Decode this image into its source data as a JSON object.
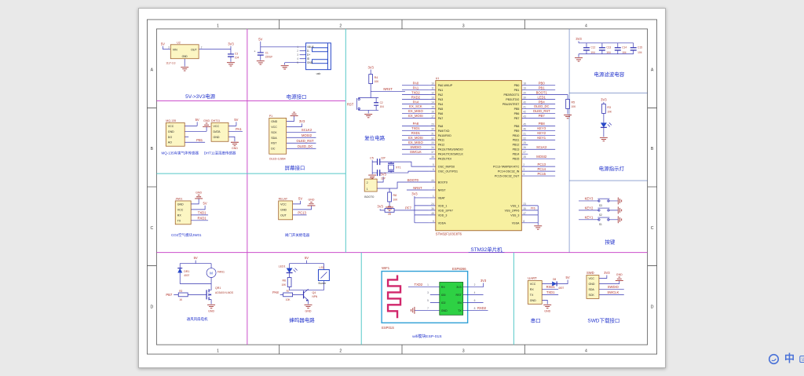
{
  "ime": {
    "lang": "中"
  },
  "frame": {
    "cols": [
      "1",
      "2",
      "3",
      "4"
    ],
    "rows": [
      "A",
      "B",
      "C",
      "D"
    ]
  },
  "palette": {
    "wire": "#3232b0",
    "net_label": "#b03028",
    "body_fill": "#fcf6c3",
    "body_border": "#a0622d",
    "title_blue": "#2233cc",
    "divider_magenta": "#cc4fcc",
    "divider_cyan": "#56c8c8",
    "esp_green": "#2ed144",
    "antenna_pink": "#d1266b",
    "sheet": "#ffffff",
    "desk": "#e9e9e9"
  },
  "reg": {
    "title": "5V->3V3电源",
    "net_in": "5V",
    "net_out": "3V3",
    "ref": "U2",
    "part": "1117-3.3",
    "pin_in": "VIN",
    "pin_out": "OUT",
    "pin_gnd": "GND",
    "num_in": "3",
    "num_out": "2",
    "cap_ref": "C3",
    "cap_val": "104"
  },
  "usb": {
    "title": "电源接口",
    "net": "5V",
    "cap_ref": "C1",
    "cap_val": "220UF",
    "cap_plus": "+",
    "pins": [
      "VBUS",
      "D-",
      "D+",
      "ID",
      "GND"
    ],
    "nums": [
      "1",
      "2",
      "3",
      "4",
      "5"
    ],
    "label": "usb"
  },
  "filter": {
    "title": "电源滤波电容",
    "net": "3V3",
    "refs": [
      "C12",
      "C13",
      "C14",
      "C15"
    ],
    "vals": [
      "104",
      "104",
      "104",
      "104"
    ]
  },
  "reset": {
    "title": "复位电路",
    "net": "3V3",
    "r_ref": "R4",
    "r_val": "10K",
    "net_nrst": "NRST",
    "btn": "RST",
    "cap_ref": "C2",
    "cap_val": "104"
  },
  "mcu": {
    "ref": "U1",
    "part": "STM32F103C8T6",
    "title": "STM32单片机",
    "left_a": {
      "names": [
        "PA0-WKUP",
        "PA1",
        "PA2",
        "PA3",
        "PA4",
        "PA5",
        "PA6",
        "PA7"
      ],
      "nums": [
        "10",
        "11",
        "12",
        "13",
        "14",
        "15",
        "16",
        "17"
      ],
      "nets": [
        "PA0",
        "PA1",
        "TXD2",
        "RXD2",
        "PA4",
        "EX_SCK",
        "EX_MISO",
        "EX_MOSI"
      ]
    },
    "left_b": {
      "names": [
        "PA8",
        "PA9/TXD",
        "PA10/RXD",
        "PA11",
        "PA12",
        "PA13/JTMS/SWDIO",
        "PA14/JTCK/SWCLK",
        "PA15/JTDI"
      ],
      "nums": [
        "29",
        "30",
        "31",
        "32",
        "33",
        "34",
        "37",
        "38"
      ],
      "nets": [
        "PA8",
        "TXD1",
        "RXD1",
        "EX_MOSI",
        "EX_MISO",
        "SWDIO",
        "SWCLK"
      ]
    },
    "osc": {
      "names": [
        "OSC_IN/PD0",
        "OSC_OUT/PD1"
      ],
      "nums": [
        "5",
        "6"
      ]
    },
    "boot0": {
      "name": "BOOT0",
      "num": "44",
      "net": "BOOT0"
    },
    "nrst": {
      "name": "NRST",
      "num": "7",
      "net": "NRST"
    },
    "vbat": {
      "name": "VBAT",
      "num": "1",
      "net": "3V3"
    },
    "vdd": {
      "names": [
        "VDD_1",
        "VDD_2/PF7",
        "VDD_3"
      ],
      "nums": [
        "24",
        "36",
        "48"
      ],
      "net": "3V3",
      "r_ref": "R9",
      "r_val": "0R",
      "pf7": "PF7"
    },
    "vdda": {
      "name": "VDDA",
      "num": "9"
    },
    "right_a": {
      "names": [
        "PB0",
        "PB1",
        "PB2/BOOT1",
        "PB3/JTDO",
        "PB4/JNTRST",
        "PB5",
        "PB6",
        "PB7"
      ],
      "nums": [
        "18",
        "19",
        "20",
        "39",
        "40",
        "41",
        "42",
        "43"
      ],
      "nets": [
        "PB0",
        "PB1",
        "BOOT1",
        "LED1",
        "PB4",
        "OLED_DC",
        "OLED_RST",
        "PB7"
      ]
    },
    "right_b": {
      "names": [
        "PB8",
        "PB9",
        "PB10",
        "PB11",
        "PB12",
        "PB13",
        "PB14",
        "PB15"
      ],
      "nums": [
        "45",
        "46",
        "21",
        "22",
        "25",
        "26",
        "27",
        "28"
      ],
      "nets": [
        "PB8",
        "KEY3",
        "KEY2",
        "KEY1",
        "",
        "SCLK2",
        "",
        "MOSI2"
      ]
    },
    "right_c": {
      "names": [
        "PC13-TAMPER-RTC",
        "PC14-OSC32_IN",
        "PC15-OSC32_OUT"
      ],
      "nums": [
        "2",
        "3",
        "4"
      ],
      "nets": [
        "PC13",
        "PC14",
        "PC15"
      ]
    },
    "vss": {
      "names": [
        "VSS_1",
        "VSS_2/PF6",
        "VSS_3"
      ],
      "nums": [
        "23",
        "35",
        "47"
      ],
      "pf6": "PF6"
    },
    "vssa": {
      "name": "VSSA",
      "num": "8"
    },
    "r5": {
      "ref": "R5",
      "val": "10K"
    },
    "xtal": {
      "ref": "XT1",
      "c5_ref": "C5",
      "c5_val": "22P",
      "c7_ref": "C7",
      "c7_val": "22P"
    },
    "jumper": {
      "ref": "BOOT0",
      "pin2": "2",
      "pin1": "1",
      "net": "3V3",
      "r_ref": "R8",
      "r_val": "10K"
    }
  },
  "led_pwr": {
    "title": "电源指示灯",
    "net": "3V3",
    "r_ref": "R3",
    "r_val": "10K"
  },
  "keys": {
    "title": "按键",
    "nets": [
      "KEY3",
      "KEY2",
      "KEY1"
    ],
    "refs": [
      "S3",
      "S2",
      "S1"
    ]
  },
  "mq135": {
    "ref": "MQ-135",
    "pins": [
      "VCC",
      "GND",
      "DO",
      "AO"
    ],
    "net_pwr": "5V",
    "gnd": "GND",
    "net": "PB1",
    "label": "MQ-135有害气体传感器"
  },
  "dht11": {
    "ref": "DHT11",
    "pins": [
      "VCC",
      "DATA",
      "GND"
    ],
    "net_pwr": "5V",
    "net": "PA1",
    "gnd": "GND",
    "label": "DHT11温湿度传感器"
  },
  "oled": {
    "ref": "P1",
    "pins": [
      "GND",
      "VCC",
      "SCK",
      "SDA",
      "RST",
      "DC"
    ],
    "net_pwr": "3V3",
    "nets": [
      "SCLK2",
      "MOSI2",
      "OLED_RST",
      "OLED_DC"
    ],
    "part": "OLED-12864",
    "title": "屏幕接口"
  },
  "co2": {
    "ref": "JW01",
    "pins": [
      "GND",
      "VCC",
      "RX",
      "TX"
    ],
    "gnd": "GND",
    "net_pwr": "5V",
    "net_rx": "TXD1",
    "net_tx": "RXD1",
    "label": "CO2空气模块JW01"
  },
  "relay": {
    "ref": "RELAY",
    "pins": [
      "VCC",
      "GND",
      "OUT"
    ],
    "net_pwr": "5V",
    "gnd": "GND",
    "net": "PC13",
    "label": "阀门开关继电器"
  },
  "fan": {
    "net_pwr": "5V",
    "d_ref": "DR1",
    "d_val": "4007",
    "motor": "M",
    "m_ref": "FAN1",
    "q_ref": "QR1",
    "q_val": "AO3400 N-MOS",
    "r_ref": "R2",
    "r_val": "1K",
    "net": "PB7",
    "gnd": "GND",
    "label": "通风风扇电机"
  },
  "buzzer": {
    "title": "蜂鸣器电路",
    "net_pwr": "5V",
    "led_ref": "LED1",
    "r1_ref": "R6",
    "r1_val": "10K",
    "ls_ref": "LS1",
    "ls_val": "Buzzer",
    "q_ref": "Q4",
    "q_val": "NPN",
    "r2_ref": "R7",
    "r2_val": "10K",
    "net": "PA8",
    "gnd": "GND"
  },
  "wifi": {
    "ref": "WIF1",
    "chip": "ESP8266",
    "left_pins": [
      "RX",
      "IO0",
      "IO2",
      "GND"
    ],
    "left_nums": [
      "1",
      "3",
      "5",
      "7"
    ],
    "right_pins": [
      "3V3",
      "RST",
      "EN",
      "TX"
    ],
    "right_nums": [
      "2",
      "4",
      "6",
      "8"
    ],
    "net_tx": "TXD2",
    "net_rx": "RXD2",
    "net_pwr": "3V3",
    "module": "ESP01S",
    "label": "wifi模块ESP-01S"
  },
  "uart": {
    "ref": "UART",
    "pins": [
      "VCC",
      "RX",
      "TX",
      "GND"
    ],
    "d_ref": "D8",
    "d_val": "4007",
    "net_pwr": "5V",
    "net_rx": "RXD1",
    "net_tx": "TXD1",
    "gnd": "GND",
    "title": "串口"
  },
  "swd": {
    "ref": "SWD",
    "pins": [
      "VCC",
      "GND",
      "SDA",
      "SCK"
    ],
    "net_pwr": "3V3",
    "gnd": "GND",
    "net_io": "SWDIO",
    "net_clk": "SWCLK",
    "title": "SWD下载接口"
  }
}
